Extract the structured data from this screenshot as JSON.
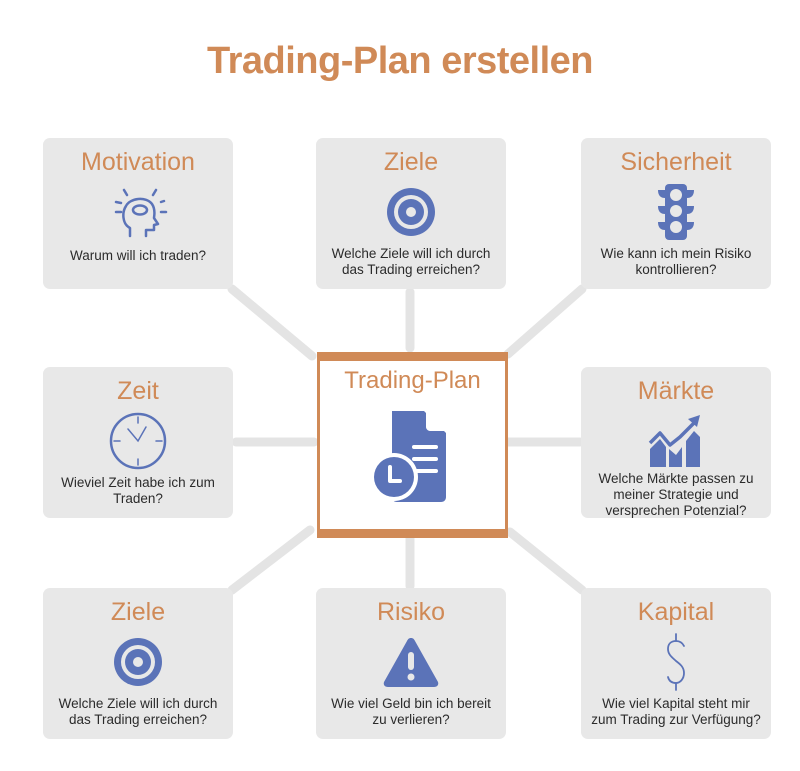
{
  "title": "Trading-Plan erstellen",
  "colors": {
    "accent": "#d08a57",
    "icon": "#5b73b8",
    "card_bg": "#e8e8e8",
    "connector": "#e4e4e4"
  },
  "center": {
    "label": "Trading-Plan",
    "icon": "document-clock-icon"
  },
  "cards": [
    {
      "id": "motivation",
      "title": "Motivation",
      "icon": "head-lightbulb-icon",
      "question": "Warum will ich traden?"
    },
    {
      "id": "ziele-top",
      "title": "Ziele",
      "icon": "target-icon",
      "question_lines": [
        "Welche Ziele will ich durch",
        "das Trading erreichen?"
      ]
    },
    {
      "id": "sicherheit",
      "title": "Sicherheit",
      "icon": "traffic-light-icon",
      "question_lines": [
        "Wie kann ich mein Risiko",
        "kontrollieren?"
      ]
    },
    {
      "id": "zeit",
      "title": "Zeit",
      "icon": "clock-icon",
      "question_lines": [
        "Wieviel Zeit habe ich zum",
        "Traden?"
      ]
    },
    {
      "id": "maerkte",
      "title": "Märkte",
      "icon": "chart-growth-icon",
      "question_lines": [
        "Welche Märkte passen zu",
        "meiner Strategie und",
        "versprechen Potenzial?"
      ]
    },
    {
      "id": "ziele-bottom",
      "title": "Ziele",
      "icon": "target-icon",
      "question_lines": [
        "Welche Ziele will ich durch",
        "das Trading erreichen?"
      ]
    },
    {
      "id": "risiko",
      "title": "Risiko",
      "icon": "warning-icon",
      "question_lines": [
        "Wie viel Geld bin ich bereit",
        "zu verlieren?"
      ]
    },
    {
      "id": "kapital",
      "title": "Kapital",
      "icon": "dollar-icon",
      "question_lines": [
        "Wie viel Kapital steht mir",
        "zum Trading zur Verfügung?"
      ]
    }
  ]
}
